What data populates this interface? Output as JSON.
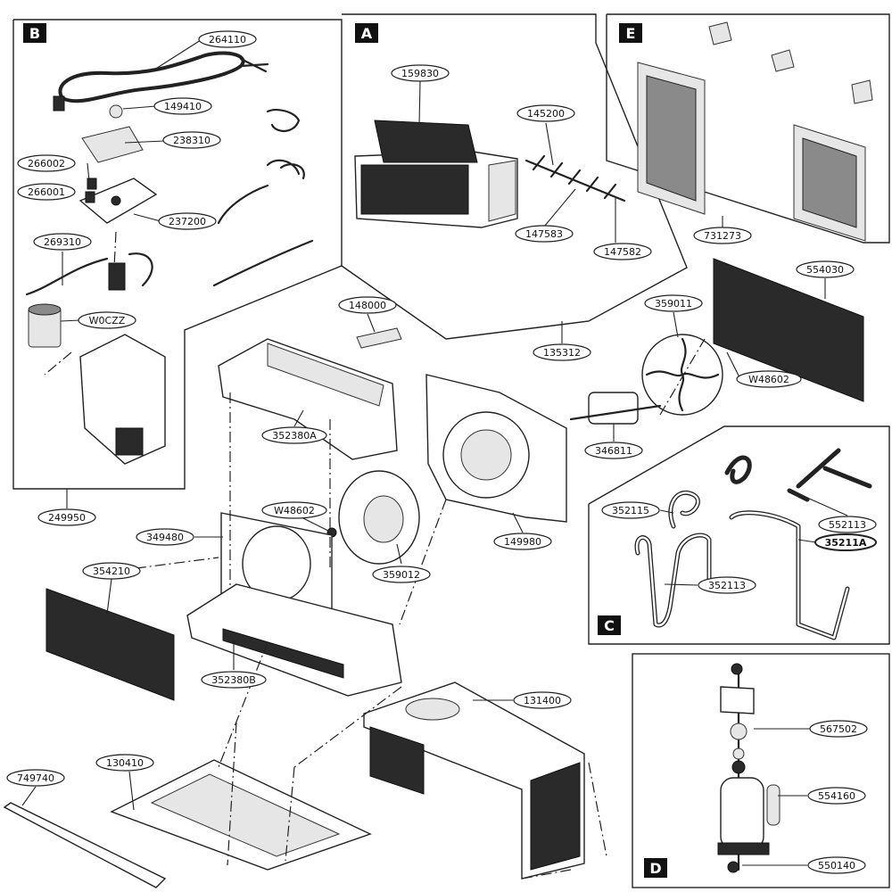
{
  "sections": {
    "A": "A",
    "B": "B",
    "C": "C",
    "D": "D",
    "E": "E"
  },
  "labels": {
    "264110": "264110",
    "149410": "149410",
    "238310": "238310",
    "266002": "266002",
    "266001": "266001",
    "237200": "237200",
    "269310": "269310",
    "W0CZZ": "W0CZZ",
    "249950": "249950",
    "159830": "159830",
    "145200": "145200",
    "147583": "147583",
    "147582": "147582",
    "135312": "135312",
    "731273": "731273",
    "554030": "554030",
    "359011": "359011",
    "W48602a": "W48602",
    "148000": "148000",
    "352380A": "352380A",
    "346811": "346811",
    "149980": "149980",
    "W48602b": "W48602",
    "349480": "349480",
    "359012": "359012",
    "354210": "354210",
    "352380B": "352380B",
    "131400": "131400",
    "130410": "130410",
    "749740": "749740",
    "352115": "352115",
    "552113": "552113",
    "35211A": "35211A",
    "352113": "352113",
    "567502": "567502",
    "554160": "554160",
    "550140": "550140"
  }
}
